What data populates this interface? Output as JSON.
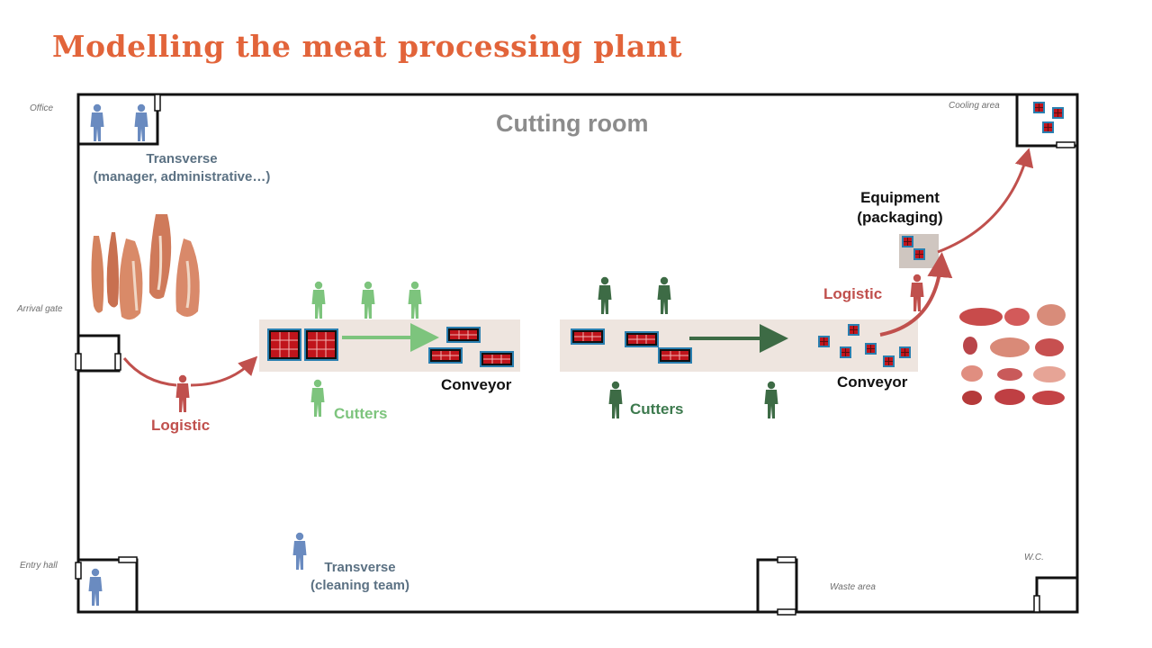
{
  "title": "Modelling the meat processing plant",
  "room": {
    "title": "Cutting room"
  },
  "areas": {
    "office": "Office",
    "arrival_gate": "Arrival gate",
    "entry_hall": "Entry hall",
    "cooling_area": "Cooling area",
    "wc": "W.C.",
    "waste_area": "Waste area"
  },
  "labels": {
    "transverse_manager_line1": "Transverse",
    "transverse_manager_line2": "(manager, administrative…)",
    "logistic_left": "Logistic",
    "logistic_right": "Logistic",
    "cutters_left": "Cutters",
    "cutters_right": "Cutters",
    "conveyor_left": "Conveyor",
    "conveyor_right": "Conveyor",
    "equipment_line1": "Equipment",
    "equipment_line2": "(packaging)",
    "transverse_cleaning_line1": "Transverse",
    "transverse_cleaning_line2": "(cleaning team)"
  },
  "colors": {
    "title": "#e2643a",
    "worker_blue": "#6a8bc0",
    "worker_light_green": "#7dc47d",
    "worker_dark_green": "#3d6b45",
    "logistic_red": "#c0504d",
    "conveyor_bg": "#eee5df"
  }
}
